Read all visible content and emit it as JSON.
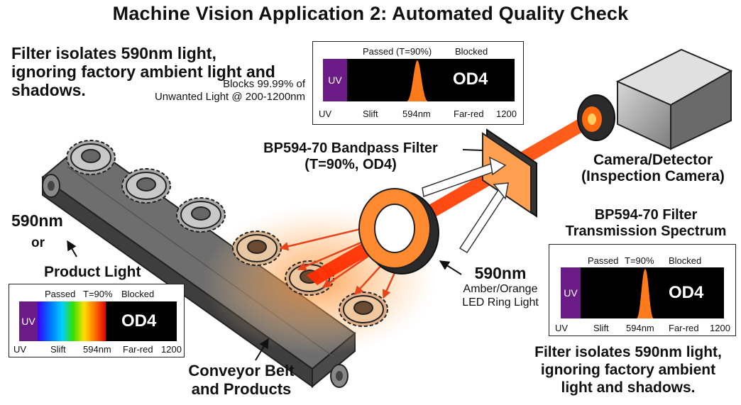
{
  "title": "Machine Vision Application 2: Automated Quality Check",
  "top_left_note": {
    "lines": [
      "Filter isolates 590nm light,",
      "ignoring factory ambient light and",
      "shadows."
    ]
  },
  "spectrum_top": {
    "passed": "Passed (T=90%)",
    "blocked": "Blocked",
    "uv": "UV",
    "od": "OD4",
    "axis": [
      "UV",
      "Slift",
      "594nm",
      "Far-red",
      "1200"
    ],
    "block_note": [
      "Blocks 99.99% of",
      "Unwanted Light @ 200-1200nm"
    ]
  },
  "filter_label": [
    "BP594-70 Bandpass Filter",
    "(T=90%, OD4)"
  ],
  "camera_label": [
    "Camera/Detector",
    "(Inspection Camera)"
  ],
  "spectrum_right": {
    "heading": [
      "BP594-70 Filter",
      "Transmission Spectrum"
    ],
    "passed": "Passed",
    "t": "T=90%",
    "blocked": "Blocked",
    "uv": "UV",
    "od": "OD4",
    "axis": [
      "UV",
      "Slift",
      "594nm",
      "Far-red",
      "1200"
    ]
  },
  "ring_label": {
    "wavelength": "590nm",
    "lines": [
      "Amber/Orange",
      "LED Ring Light"
    ]
  },
  "left_label": {
    "wl": "590nm",
    "or": "or",
    "product": "Product Light"
  },
  "spectrum_left": {
    "passed": "Passed",
    "t": "T=90%",
    "blocked": "Blocked",
    "uv": "UV",
    "od": "OD4",
    "axis": [
      "UV",
      "Slift",
      "594nm",
      "Far-red",
      "1200"
    ]
  },
  "conveyor_label": [
    "Conveyor Belt",
    "and Products"
  ],
  "bottom_right_note": [
    "Filter isolates 590nm light,",
    "ignoring factory ambient",
    "light and shadows."
  ],
  "colors": {
    "amber": "#ff7a1a",
    "beam": "#ff3a00",
    "uv_purple": "#6a1b86",
    "belt": "#5a5a5a"
  }
}
